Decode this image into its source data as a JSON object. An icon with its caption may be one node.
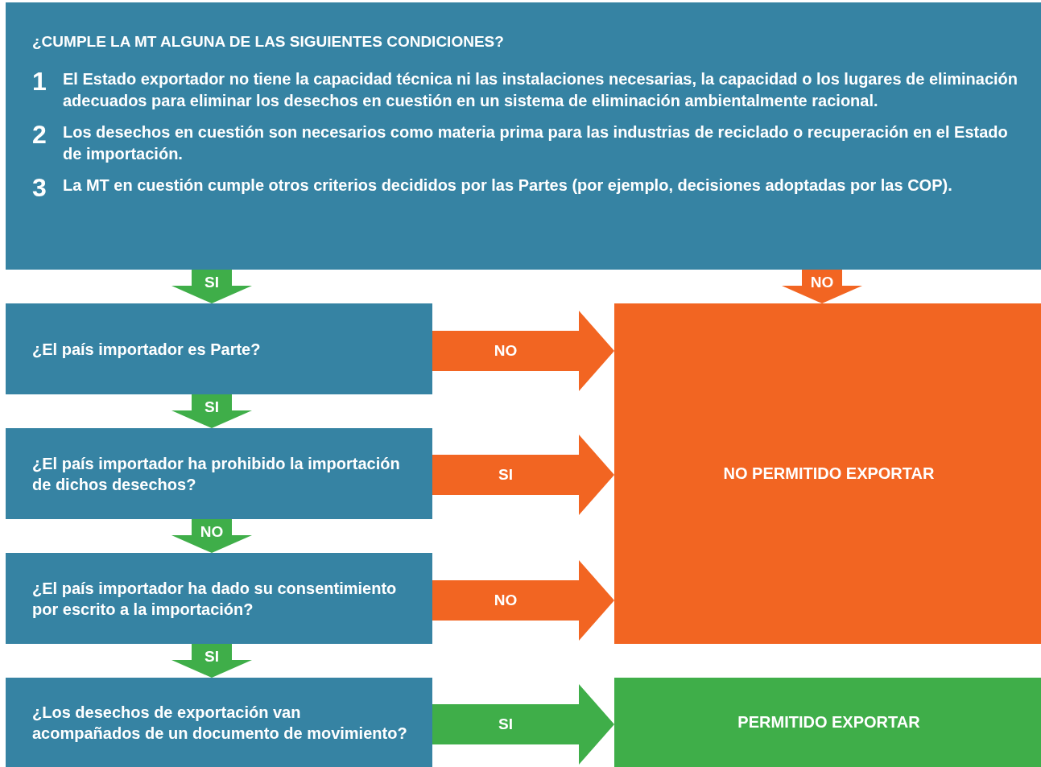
{
  "diagram": {
    "nodes": [
      {
        "text": [
          "¿CUMPLE LA MT ALGUNA DE LAS SIGUIENTES CONDICIONES?",
          "1",
          "El Estado exportador no tiene la capacidad técnica ni las instalaciones necesarias, la capacidad o los lugares de eliminación adecuados para eliminar los desechos en cuestión en un sistema de eliminación ambientalmente racional.",
          "2",
          "Los desechos en cuestión son necesarios como materia prima para las industrias de reciclado o recuperación en el Estado de importación.",
          "3",
          "La MT en cuestión cumple otros criterios decididos por las Partes (por ejemplo, decisiones adoptadas por las COP)."
        ]
      },
      {
        "text": [
          "¿El país importador es Parte?"
        ]
      },
      {
        "text": [
          "¿El país importador ha prohibido la importación de dichos desechos?"
        ]
      },
      {
        "text": [
          "¿El país importador ha dado su consentimiento por escrito a la importación?"
        ]
      },
      {
        "text": [
          "¿Los desechos de exportación van acompañados de un documento de movimiento?"
        ]
      },
      {
        "text": [
          "NO PERMITIDO EXPORTAR"
        ]
      },
      {
        "text": [
          "PERMITIDO EXPORTAR"
        ]
      }
    ],
    "edges": [
      {
        "from": 0,
        "to": 1,
        "arrow": "to",
        "label": "SI",
        "color": "#3fae49"
      },
      {
        "from": 0,
        "to": 5,
        "arrow": "to",
        "label": "NO",
        "color": "#f26522"
      },
      {
        "from": 1,
        "to": 5,
        "arrow": "to",
        "label": "NO",
        "color": "#f26522"
      },
      {
        "from": 1,
        "to": 2,
        "arrow": "to",
        "label": "SI",
        "color": "#3fae49"
      },
      {
        "from": 2,
        "to": 5,
        "arrow": "to",
        "label": "SI",
        "color": "#f26522"
      },
      {
        "from": 2,
        "to": 3,
        "arrow": "to",
        "label": "NO",
        "color": "#3fae49"
      },
      {
        "from": 3,
        "to": 5,
        "arrow": "to",
        "label": "NO",
        "color": "#f26522"
      },
      {
        "from": 3,
        "to": 4,
        "arrow": "to",
        "label": "SI",
        "color": "#3fae49"
      },
      {
        "from": 4,
        "to": 6,
        "arrow": "to",
        "label": "SI",
        "color": "#3fae49"
      }
    ]
  }
}
